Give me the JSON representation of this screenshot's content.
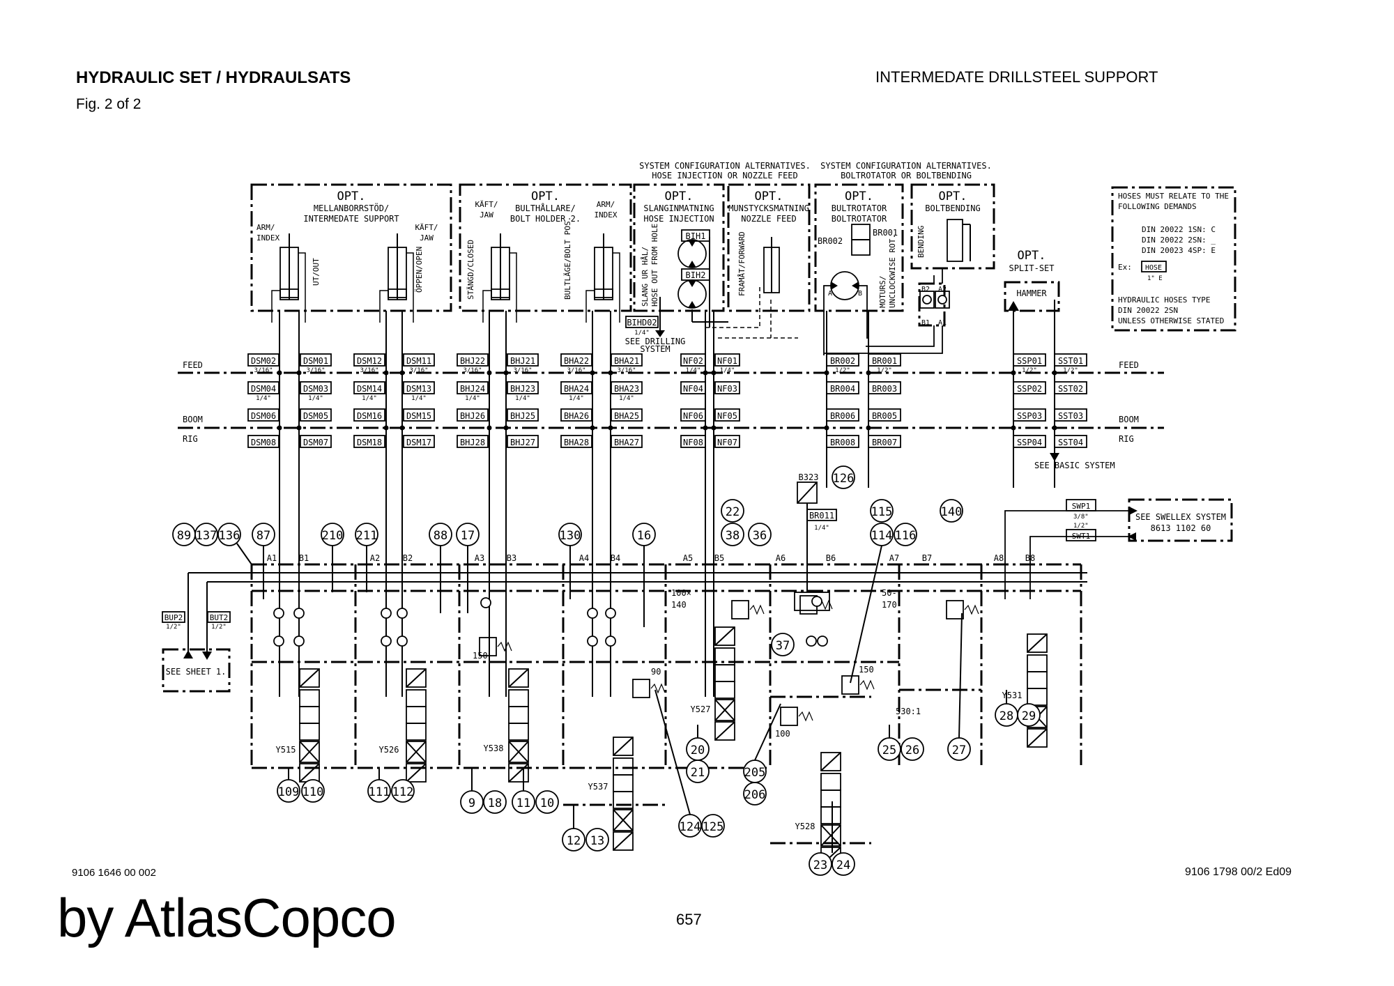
{
  "header": {
    "title": "HYDRAULIC SET / HYDRAULSATS",
    "figure": "Fig. 2 of 2",
    "subject": "INTERMEDATE DRILLSTEEL SUPPORT"
  },
  "footer": {
    "drawing_number": "9106 1798 00/2 Ed09",
    "doc_number": "9106 1646 00 002",
    "page_number": "657",
    "watermark": "by AtlasCopco"
  },
  "diagram": {
    "config_notes": [
      "SYSTEM CONFIGURATION ALTERNATIVES.",
      "HOSE INJECTION OR NOZZLE FEED",
      "SYSTEM CONFIGURATION ALTERNATIVES.",
      "BOLTROTATOR OR BOLTBENDING"
    ],
    "option_boxes": [
      {
        "title": "OPT.",
        "line1": "MELLANBORRSTÖD/",
        "line2": "INTERMEDATE SUPPORT"
      },
      {
        "title": "OPT.",
        "line1": "BULTHÅLLARE/",
        "line2": "BOLT HOLDER 2."
      },
      {
        "title": "OPT.",
        "line1": "SLANGINMATNING",
        "line2": "HOSE INJECTION"
      },
      {
        "title": "OPT.",
        "line1": "MUNSTYCKSMATNING",
        "line2": "NOZZLE FEED"
      },
      {
        "title": "OPT.",
        "line1": "BULTROTATOR",
        "line2": "BOLTROTATOR"
      },
      {
        "title": "OPT.",
        "line1": "BOLTBENDING",
        "line2": ""
      },
      {
        "title": "OPT.",
        "line1": "SPLIT-SET",
        "line2": ""
      }
    ],
    "actuator_labels": [
      "ARM/",
      "INDEX",
      "KÄFT/",
      "JAW",
      "KÄFT/",
      "JAW",
      "ARM/",
      "INDEX",
      "UT/OUT",
      "ÖPPEN/OPEN",
      "STÄNGD/CLOSED",
      "BULTLÄGE/BOLT POS.",
      "SLANG UR HÅL/",
      "HOSE OUT FROM HOLE",
      "FRAMÅT/FORWARD",
      "MOTURS/",
      "UNCLOCKWISE ROT.",
      "BENDING",
      "HAMMER",
      "BIH1",
      "BIH2",
      "BIHD02",
      "1/4\"",
      "SEE DRILLING",
      "SYSTEM",
      "BR002",
      "BR001",
      "A",
      "B",
      "B2",
      "A2",
      "B1",
      "A1",
      "1/4\""
    ],
    "lines": {
      "feed": "FEED",
      "boom": "BOOM",
      "rig": "RIG"
    },
    "ports": [
      {
        "codes": [
          "DSM02",
          "DSM04",
          "DSM06",
          "DSM08"
        ],
        "size1": "3/16\"",
        "size2": "1/4\""
      },
      {
        "codes": [
          "DSM01",
          "DSM03",
          "DSM05",
          "DSM07"
        ],
        "size1": "3/16\"",
        "size2": "1/4\""
      },
      {
        "codes": [
          "DSM12",
          "DSM14",
          "DSM16",
          "DSM18"
        ],
        "size1": "3/16\"",
        "size2": "1/4\""
      },
      {
        "codes": [
          "DSM11",
          "DSM13",
          "DSM15",
          "DSM17"
        ],
        "size1": "3/16\"",
        "size2": "1/4\""
      },
      {
        "codes": [
          "BHJ22",
          "BHJ24",
          "BHJ26",
          "BHJ28"
        ],
        "size1": "3/16\"",
        "size2": "1/4\""
      },
      {
        "codes": [
          "BHJ21",
          "BHJ23",
          "BHJ25",
          "BHJ27"
        ],
        "size1": "3/16\"",
        "size2": "1/4\""
      },
      {
        "codes": [
          "BHA22",
          "BHA24",
          "BHA26",
          "BHA28"
        ],
        "size1": "3/16\"",
        "size2": "1/4\""
      },
      {
        "codes": [
          "BHA21",
          "BHA23",
          "BHA25",
          "BHA27"
        ],
        "size1": "3/16\"",
        "size2": "1/4\""
      },
      {
        "codes": [
          "NF02",
          "NF04",
          "NF06",
          "NF08"
        ],
        "size1": "1/4\"",
        "size2": ""
      },
      {
        "codes": [
          "NF01",
          "NF03",
          "NF05",
          "NF07"
        ],
        "size1": "1/4\"",
        "size2": ""
      },
      {
        "codes": [
          "BR002",
          "BR004",
          "BR006",
          "BR008"
        ],
        "size1": "1/2\"",
        "size2": ""
      },
      {
        "codes": [
          "BR001",
          "BR003",
          "BR005",
          "BR007"
        ],
        "size1": "1/2\"",
        "size2": ""
      },
      {
        "codes": [
          "SSP01",
          "SSP02",
          "SSP03",
          "SSP04"
        ],
        "size1": "1/2\"",
        "size2": ""
      },
      {
        "codes": [
          "SST01",
          "SST02",
          "SST03",
          "SST04"
        ],
        "size1": "1/2\"",
        "size2": ""
      }
    ],
    "see_basic_system": "SEE BASIC SYSTEM",
    "section_ports": [
      "A1",
      "B1",
      "A2",
      "B2",
      "A3",
      "B3",
      "A4",
      "B4",
      "A5",
      "B5",
      "A6",
      "B6",
      "A7",
      "B7",
      "A8",
      "B8"
    ],
    "callouts": [
      "89",
      "137",
      "136",
      "87",
      "210",
      "211",
      "88",
      "17",
      "130",
      "16",
      "22",
      "38",
      "36",
      "126",
      "115",
      "114",
      "116",
      "140",
      "37",
      "109",
      "110",
      "111",
      "112",
      "9",
      "18",
      "11",
      "10",
      "12",
      "13",
      "20",
      "21",
      "124",
      "125",
      "205",
      "206",
      "23",
      "24",
      "25",
      "26",
      "27",
      "28",
      "29"
    ],
    "valves": [
      "Y515",
      "Y526",
      "Y538",
      "Y537",
      "Y527",
      "Y528",
      "Y531"
    ],
    "settings": [
      "100×",
      "140",
      "50-",
      "170",
      "150",
      "150",
      "90",
      "100",
      "530:1"
    ],
    "sensor": {
      "code": "B323",
      "port": "BR011",
      "size": "1/4\""
    },
    "return_ports": {
      "pressure": "BUP2",
      "tank": "BUT2",
      "size": "1/2\"",
      "see_sheet": "SEE SHEET 1."
    },
    "swellex": {
      "pressure": "SWP1",
      "pressure_size": "3/8\"",
      "tank": "SWT1",
      "tank_size": "1/2\"",
      "line1": "SEE SWELLEX SYSTEM",
      "line2": "8613 1102 60"
    },
    "hose_note": {
      "lines": [
        "HOSES MUST RELATE TO THE",
        "FOLLOWING DEMANDS",
        "DIN 20022 1SN: C",
        "DIN 20022 2SN: _",
        "DIN 20023 4SP: E"
      ],
      "example_label": "Ex:",
      "example_box": "HOSE",
      "example_sub": "1\" E",
      "type_lines": [
        "HYDRAULIC HOSES TYPE",
        "DIN 20022 2SN",
        "UNLESS OTHERWISE STATED"
      ]
    }
  }
}
